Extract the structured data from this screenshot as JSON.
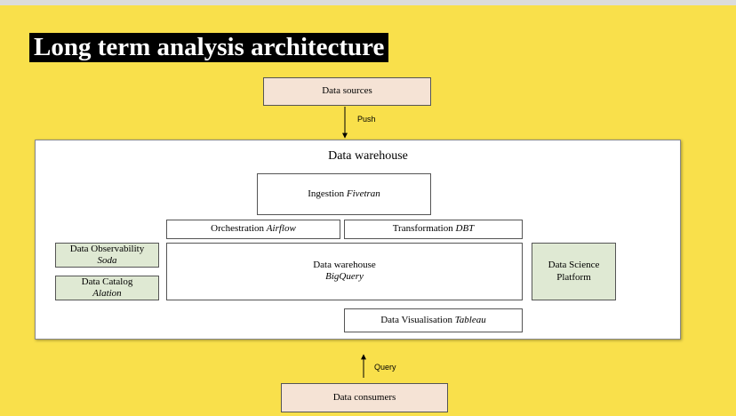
{
  "title": "Long term analysis architecture",
  "nodes": {
    "data_sources": "Data sources",
    "data_warehouse_container": "Data warehouse",
    "ingestion": {
      "label": "Ingestion",
      "tool": "Fivetran"
    },
    "orchestration": {
      "label": "Orchestration",
      "tool": "Airflow"
    },
    "transformation": {
      "label": "Transformation",
      "tool": "DBT"
    },
    "observability": {
      "label": "Data Observability",
      "tool": "Soda"
    },
    "catalog": {
      "label": "Data Catalog",
      "tool": "Alation"
    },
    "warehouse": {
      "label": "Data warehouse",
      "tool": "BigQuery"
    },
    "data_science": {
      "line1": "Data Science",
      "line2": "Platform"
    },
    "visualisation": {
      "label": "Data Visualisation",
      "tool": "Tableau"
    },
    "data_consumers": "Data consumers"
  },
  "edges": {
    "push": "Push",
    "query": "Query"
  },
  "colors": {
    "background": "#f9e04b",
    "peach": "#f5e3d5",
    "green": "#dfe9d3"
  }
}
